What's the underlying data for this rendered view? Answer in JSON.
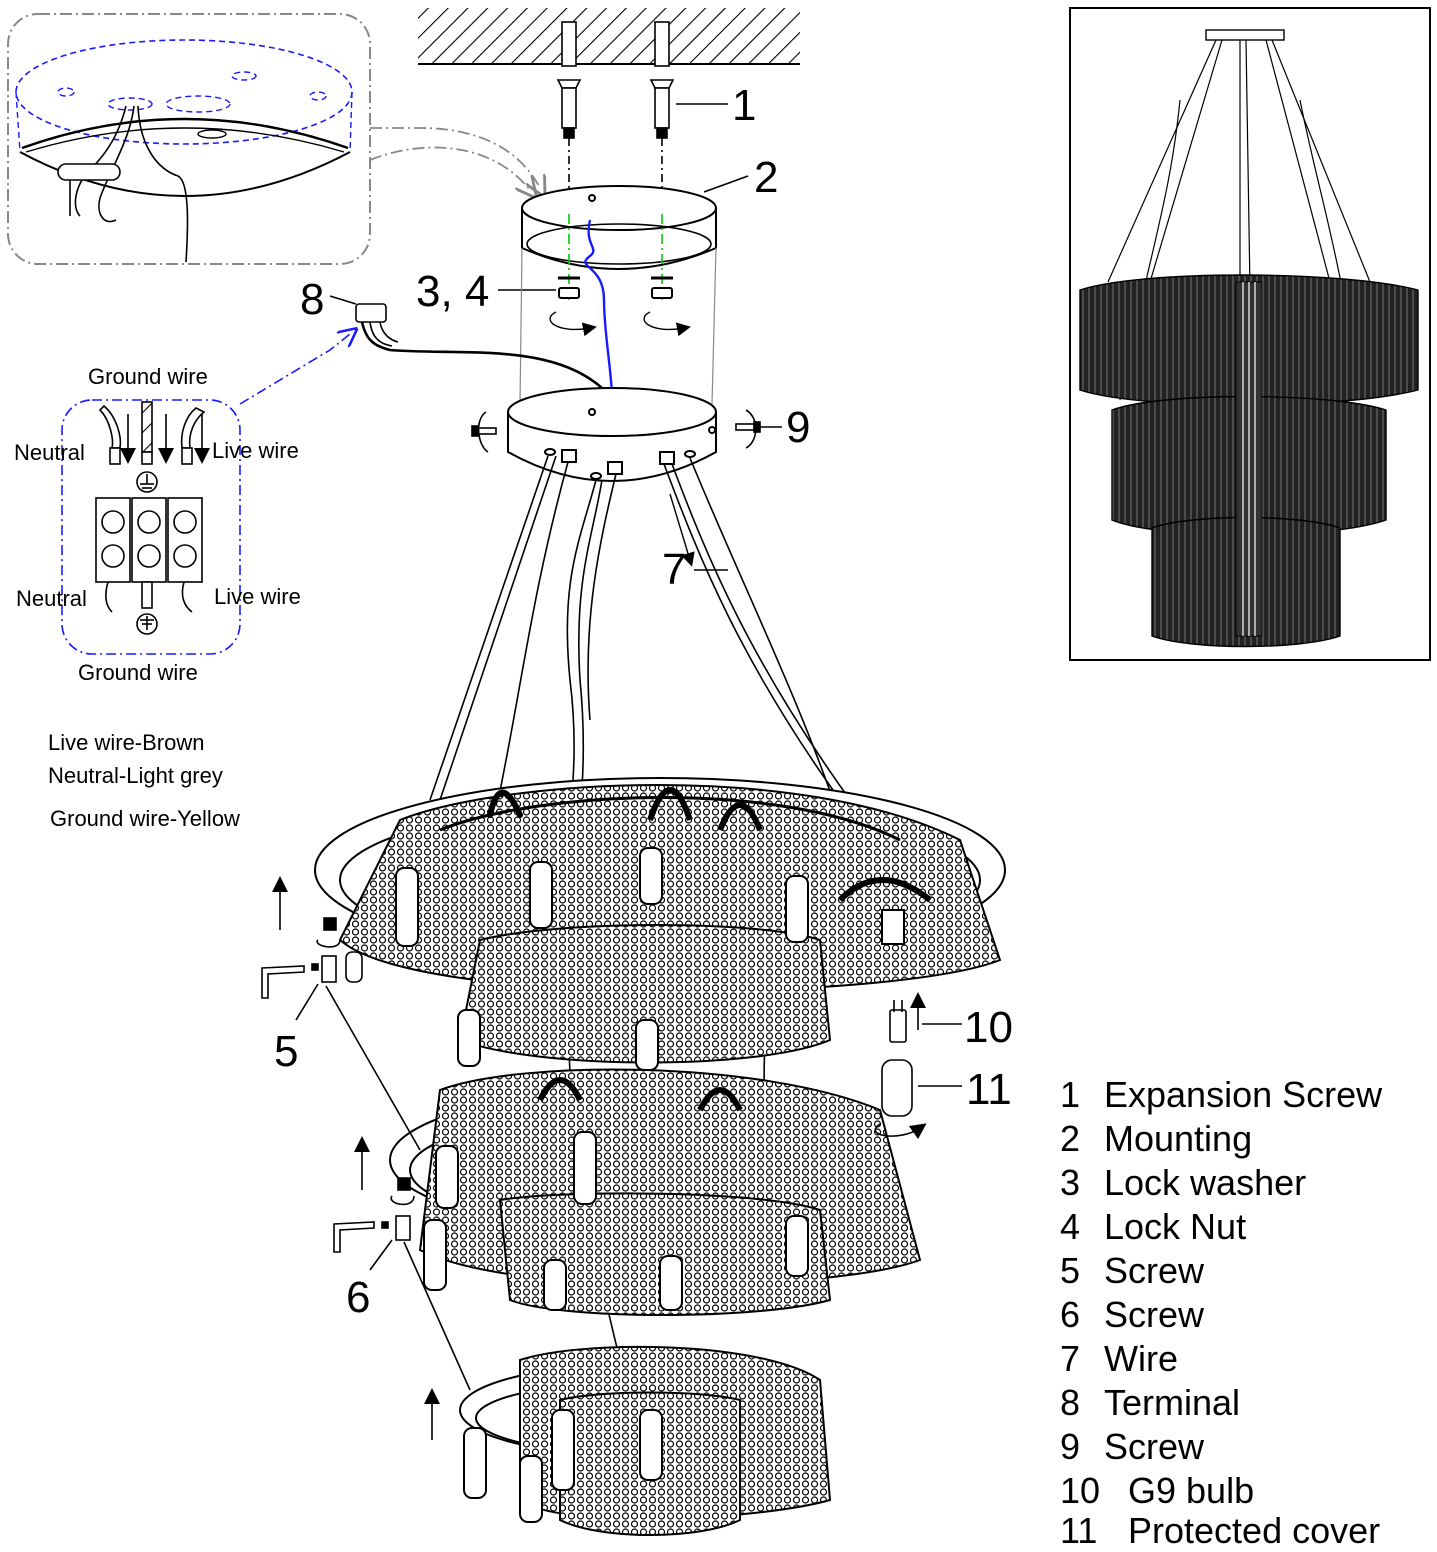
{
  "callouts": {
    "c1": "1",
    "c2": "2",
    "c34": "3, 4",
    "c5": "5",
    "c6": "6",
    "c7": "7",
    "c8": "8",
    "c9": "9",
    "c10": "10",
    "c11": "11"
  },
  "wiring": {
    "ground_top": "Ground wire",
    "neutral_top": "Neutral",
    "live_top": "Live wire",
    "neutral_bottom": "Neutral",
    "live_bottom": "Live wire",
    "ground_bottom": "Ground wire"
  },
  "color_notes": [
    "Live wire-Brown",
    "Neutral-Light grey",
    "Ground wire-Yellow"
  ],
  "parts": [
    {
      "num": "1",
      "name": "Expansion Screw"
    },
    {
      "num": "2",
      "name": "Mounting"
    },
    {
      "num": "3",
      "name": "Lock washer"
    },
    {
      "num": "4",
      "name": "Lock Nut"
    },
    {
      "num": "5",
      "name": "Screw"
    },
    {
      "num": "6",
      "name": "Screw"
    },
    {
      "num": "7",
      "name": "Wire"
    },
    {
      "num": "8",
      "name": "Terminal"
    },
    {
      "num": "9",
      "name": "Screw"
    },
    {
      "num": "10",
      "name": "G9 bulb"
    },
    {
      "num": "11",
      "name": "Protected cover"
    }
  ],
  "colors": {
    "line": "#000000",
    "wire_blue": "#1a1aff",
    "guide_green": "#00cc00",
    "dash_grey": "#888888"
  }
}
